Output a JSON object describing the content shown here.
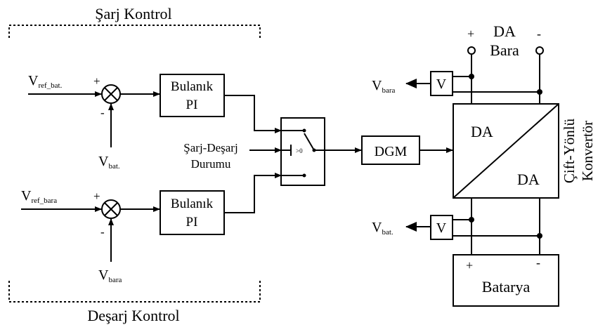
{
  "charge_group": {
    "title": "Şarj Kontrol"
  },
  "discharge_group": {
    "title": "Deşarj Kontrol"
  },
  "inputs": {
    "vref_bat": {
      "main": "V",
      "sub": "ref_bat."
    },
    "vbat_fb": {
      "main": "V",
      "sub": "bat."
    },
    "vref_bara": {
      "main": "V",
      "sub": "ref_bara"
    },
    "vbara_fb": {
      "main": "V",
      "sub": "bara"
    }
  },
  "signs": {
    "plus": "+",
    "minus": "-"
  },
  "controllers": {
    "top": {
      "line1": "Bulanık",
      "line2": "PI"
    },
    "bottom": {
      "line1": "Bulanık",
      "line2": "PI"
    }
  },
  "switch": {
    "input_line1": "Şarj-Deşarj",
    "input_line2": "Durumu",
    "threshold": ">0"
  },
  "pwm": {
    "label": "DGM"
  },
  "converter": {
    "top_label": "DA",
    "bottom_label": "DA",
    "side_line1": "Çift-Yönlü",
    "side_line2": "Konvertör"
  },
  "bus": {
    "line1": "DA",
    "line2": "Bara",
    "plus": "+",
    "minus": "-"
  },
  "sensors": {
    "bus_meter": "V",
    "bus_out": {
      "main": "V",
      "sub": "bara"
    },
    "bat_meter": "V",
    "bat_out": {
      "main": "V",
      "sub": "bat."
    }
  },
  "battery": {
    "label": "Batarya",
    "plus": "+",
    "minus": "-"
  }
}
